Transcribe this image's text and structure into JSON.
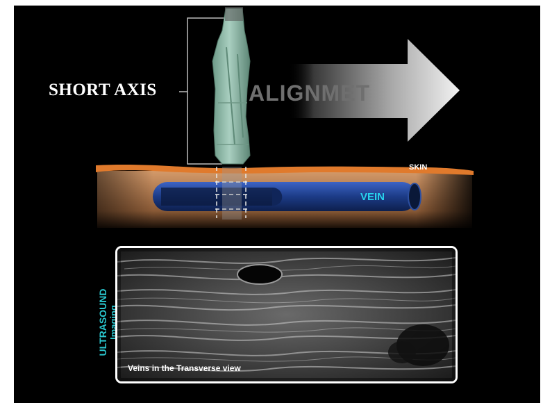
{
  "labels": {
    "short_axis": "SHORT AXIS",
    "alignment": "ALIGNMET",
    "skin": "SKIN",
    "vein": "VEIN",
    "ultrasound_line1": "ULTRASOUND",
    "ultrasound_line2": "Imaging",
    "caption": "Veins in the Transverse view"
  },
  "colors": {
    "background": "#000000",
    "skin": "#e07a2c",
    "tissue": "#c98b5c",
    "vein": "#1f3f8a",
    "vein_text": "#27d3ee",
    "probe": "#8fb8a8",
    "ultrasound_label": "#2ac7cf",
    "frame": "#ffffff"
  },
  "icons": {
    "probe": "ultrasound-probe-icon",
    "arrow": "right-arrow-icon"
  }
}
